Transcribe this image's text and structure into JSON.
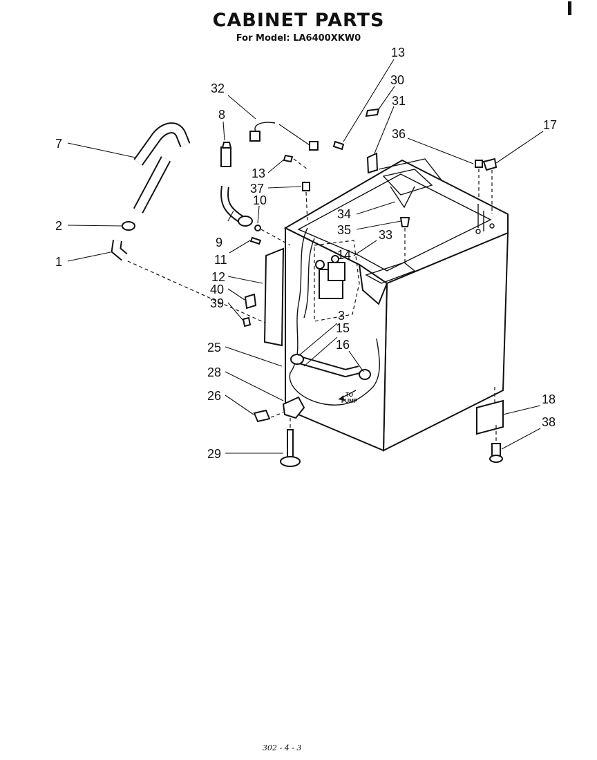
{
  "title": "CABINET PARTS",
  "subtitle": "For Model: LA6400XKW0",
  "footer": "302 - 4 - 3",
  "pump_note": [
    "TO",
    "PUMP"
  ],
  "callouts": [
    {
      "id": "c7",
      "label": "7"
    },
    {
      "id": "c2",
      "label": "2"
    },
    {
      "id": "c1",
      "label": "1"
    },
    {
      "id": "c32",
      "label": "32"
    },
    {
      "id": "c8",
      "label": "8"
    },
    {
      "id": "c13a",
      "label": "13"
    },
    {
      "id": "c37",
      "label": "37"
    },
    {
      "id": "c10",
      "label": "10"
    },
    {
      "id": "c9",
      "label": "9"
    },
    {
      "id": "c11",
      "label": "11"
    },
    {
      "id": "c12",
      "label": "12"
    },
    {
      "id": "c40",
      "label": "40"
    },
    {
      "id": "c39",
      "label": "39"
    },
    {
      "id": "c25",
      "label": "25"
    },
    {
      "id": "c28",
      "label": "28"
    },
    {
      "id": "c26",
      "label": "26"
    },
    {
      "id": "c29",
      "label": "29"
    },
    {
      "id": "c13b",
      "label": "13"
    },
    {
      "id": "c30",
      "label": "30"
    },
    {
      "id": "c31",
      "label": "31"
    },
    {
      "id": "c36",
      "label": "36"
    },
    {
      "id": "c17",
      "label": "17"
    },
    {
      "id": "c34",
      "label": "34"
    },
    {
      "id": "c35",
      "label": "35"
    },
    {
      "id": "c33",
      "label": "33"
    },
    {
      "id": "c14",
      "label": "14"
    },
    {
      "id": "c3",
      "label": "3"
    },
    {
      "id": "c15",
      "label": "15"
    },
    {
      "id": "c16",
      "label": "16"
    },
    {
      "id": "c18",
      "label": "18"
    },
    {
      "id": "c38",
      "label": "38"
    }
  ]
}
